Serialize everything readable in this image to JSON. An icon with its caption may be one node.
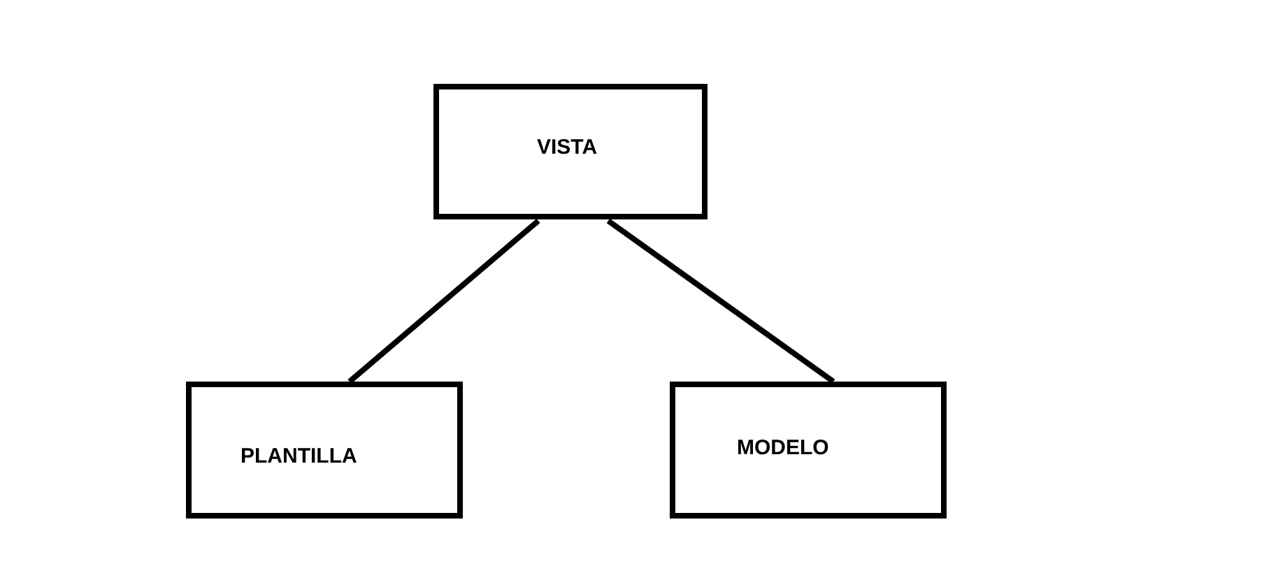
{
  "diagram": {
    "nodes": [
      {
        "text": [
          "VISTA"
        ]
      },
      {
        "text": [
          "PLANTILLA"
        ]
      },
      {
        "text": [
          "MODELO"
        ]
      }
    ],
    "edges": [
      {
        "from": 0,
        "to": 1,
        "arrow": "none"
      },
      {
        "from": 0,
        "to": 2,
        "arrow": "none"
      }
    ]
  }
}
